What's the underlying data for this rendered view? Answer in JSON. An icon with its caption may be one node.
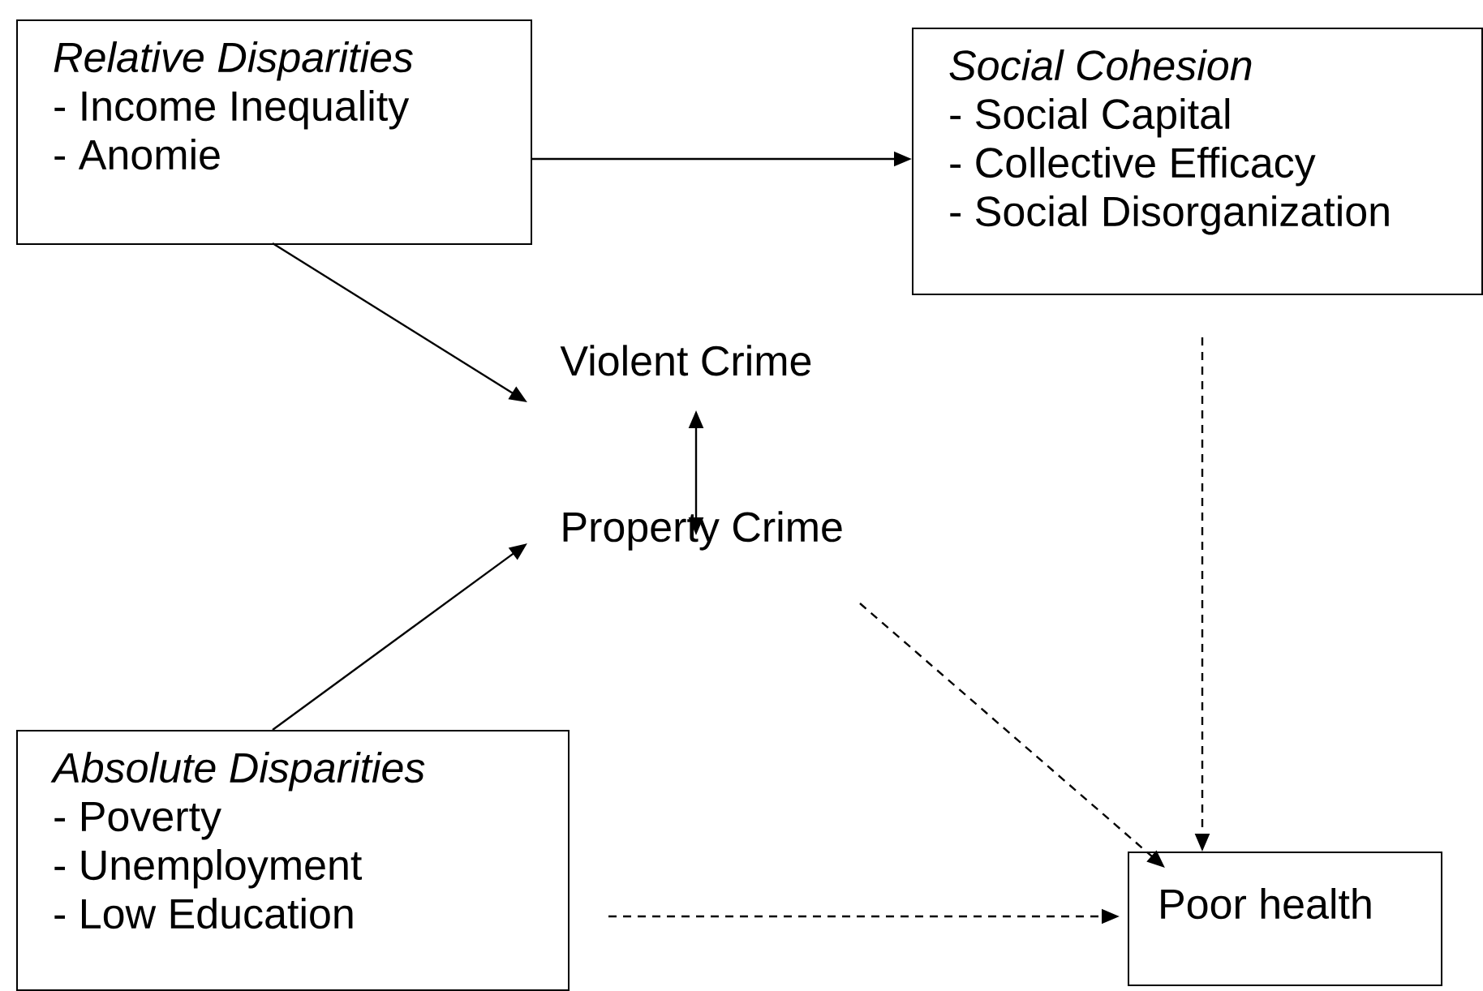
{
  "diagram": {
    "nodes": [
      {
        "text": [
          "Relative Disparities",
          "- Income Inequality",
          "- Anomie"
        ]
      },
      {
        "text": [
          "Social Cohesion",
          "- Social Capital",
          "- Collective Efficacy",
          "- Social Disorganization"
        ]
      },
      {
        "text": [
          "Violent Crime"
        ]
      },
      {
        "text": [
          "Property Crime"
        ]
      },
      {
        "text": [
          "Absolute Disparities",
          "- Poverty",
          "- Unemployment",
          "- Low Education"
        ]
      },
      {
        "text": [
          "Poor health"
        ]
      }
    ],
    "edges": [
      {
        "from": 0,
        "to": 1,
        "arrow": "to"
      },
      {
        "from": 0,
        "to": 2,
        "arrow": "to"
      },
      {
        "from": 4,
        "to": 3,
        "arrow": "to"
      },
      {
        "from": 3,
        "to": 2,
        "arrow": "both"
      },
      {
        "from": 3,
        "to": 5,
        "arrow": "to",
        "style": "dashed"
      },
      {
        "from": 1,
        "to": 5,
        "arrow": "to",
        "style": "dashed"
      },
      {
        "from": 4,
        "to": 5,
        "arrow": "to",
        "style": "dashed"
      }
    ]
  }
}
